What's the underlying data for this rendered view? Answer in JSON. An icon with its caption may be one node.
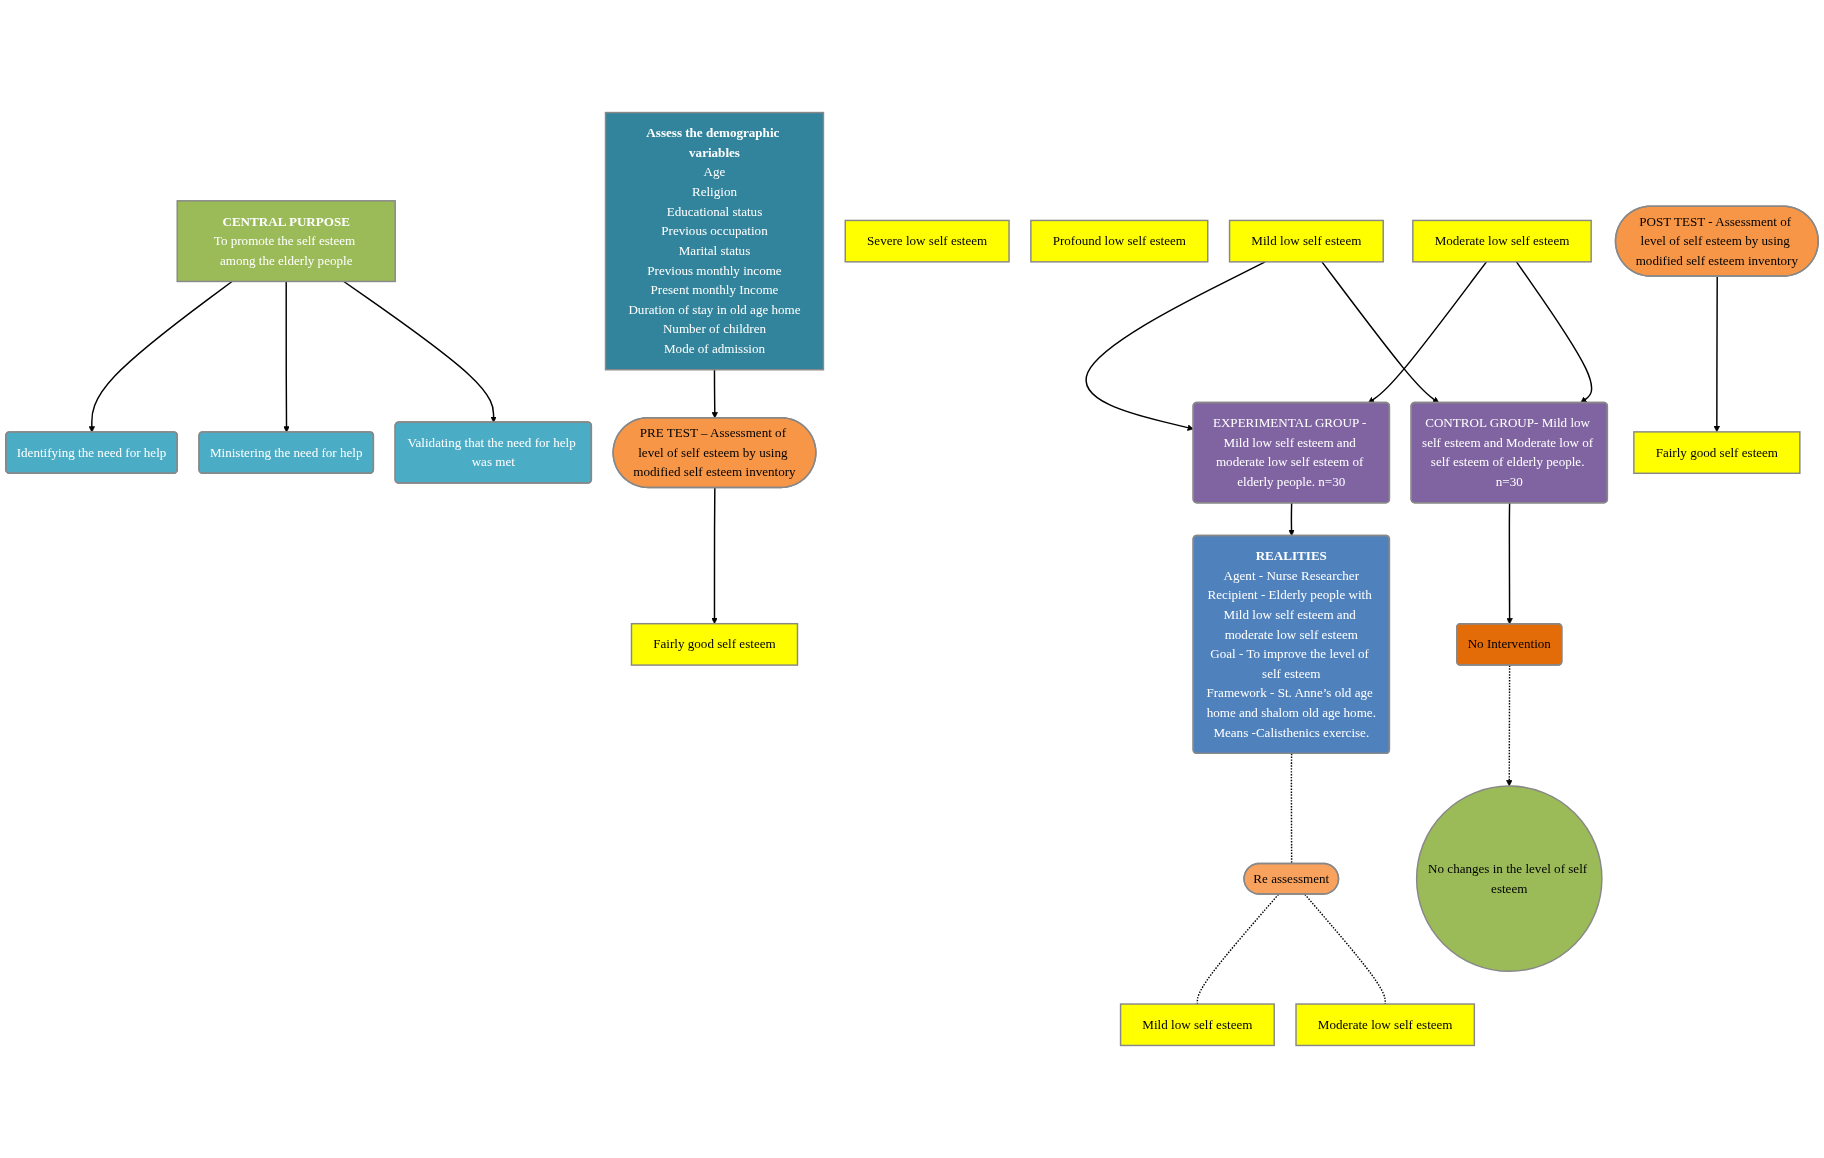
{
  "diagram": {
    "nodes": [
      {
        "text": [
          "CENTRAL PURPOSE",
          "To promote the self esteem among the elderly people"
        ]
      },
      {
        "text": [
          "Identifying the need for help"
        ]
      },
      {
        "text": [
          "Ministering the need for help"
        ]
      },
      {
        "text": [
          "Validating that the need for help was met"
        ]
      },
      {
        "text": [
          "Assess the demographic variables",
          "Age",
          "Religion",
          "Educational status",
          "Previous occupation",
          "Marital status",
          "Previous monthly income",
          "Present monthly Income",
          "Duration of stay in old age home",
          "Number of children",
          "Mode of admission"
        ]
      },
      {
        "text": [
          "PRE TEST – Assessment of level of self esteem by using modified self esteem inventory"
        ]
      },
      {
        "text": [
          "REALITIES",
          "Agent - Nurse Researcher",
          "Recipient - Elderly people with Mild low self esteem and moderate low self esteem",
          "Goal - To improve the level of self esteem",
          "Framework - St. Anne’s old age home and shalom old age home.",
          "Means -Calisthenics exercise."
        ]
      },
      {
        "text": [
          "POST TEST - Assessment of level of self esteem by using modified self esteem inventory"
        ]
      },
      {
        "text": [
          "Fairly good self esteem"
        ]
      },
      {
        "text": [
          "Mild low self esteem"
        ]
      },
      {
        "text": [
          "Moderate low self esteem"
        ]
      },
      {
        "text": [
          "Severe low self esteem"
        ]
      },
      {
        "text": [
          "Profound low self esteem"
        ]
      },
      {
        "text": [
          "EXPERIMENTAL GROUP - Mild low self esteem and moderate low self esteem of elderly people. n=30"
        ]
      },
      {
        "text": [
          "CONTROL GROUP- Mild low self esteem and Moderate low of self esteem of elderly people. n=30"
        ]
      },
      {
        "text": [
          "Fairly good self esteem"
        ]
      },
      {
        "text": [
          "Mild low self esteem"
        ]
      },
      {
        "text": [
          "Moderate low self esteem"
        ]
      },
      {
        "text": [
          "Re assessment"
        ]
      },
      {
        "text": [
          "No Intervention"
        ]
      },
      {
        "text": [
          "No changes in the level of self esteem"
        ]
      }
    ],
    "edges": [
      {
        "from": 0,
        "to": 1,
        "arrow": "to"
      },
      {
        "from": 0,
        "to": 2,
        "arrow": "to"
      },
      {
        "from": 0,
        "to": 3,
        "arrow": "to"
      },
      {
        "from": 4,
        "to": 5,
        "arrow": "to"
      },
      {
        "from": 5,
        "to": 8,
        "arrow": "to"
      },
      {
        "from": 9,
        "to": 13,
        "arrow": "to"
      },
      {
        "from": 9,
        "to": 14,
        "arrow": "to"
      },
      {
        "from": 10,
        "to": 13,
        "arrow": "to"
      },
      {
        "from": 10,
        "to": 14,
        "arrow": "to"
      },
      {
        "from": 13,
        "to": 6,
        "arrow": "to"
      },
      {
        "from": 7,
        "to": 15,
        "arrow": "to"
      },
      {
        "from": 6,
        "to": 18,
        "arrow": "none",
        "style": "dashed"
      },
      {
        "from": 18,
        "to": 16,
        "arrow": "none",
        "style": "dashed"
      },
      {
        "from": 18,
        "to": 17,
        "arrow": "none",
        "style": "dashed"
      },
      {
        "from": 14,
        "to": 19,
        "arrow": "to"
      },
      {
        "from": 19,
        "to": 20,
        "arrow": "to",
        "style": "dashed"
      }
    ]
  }
}
